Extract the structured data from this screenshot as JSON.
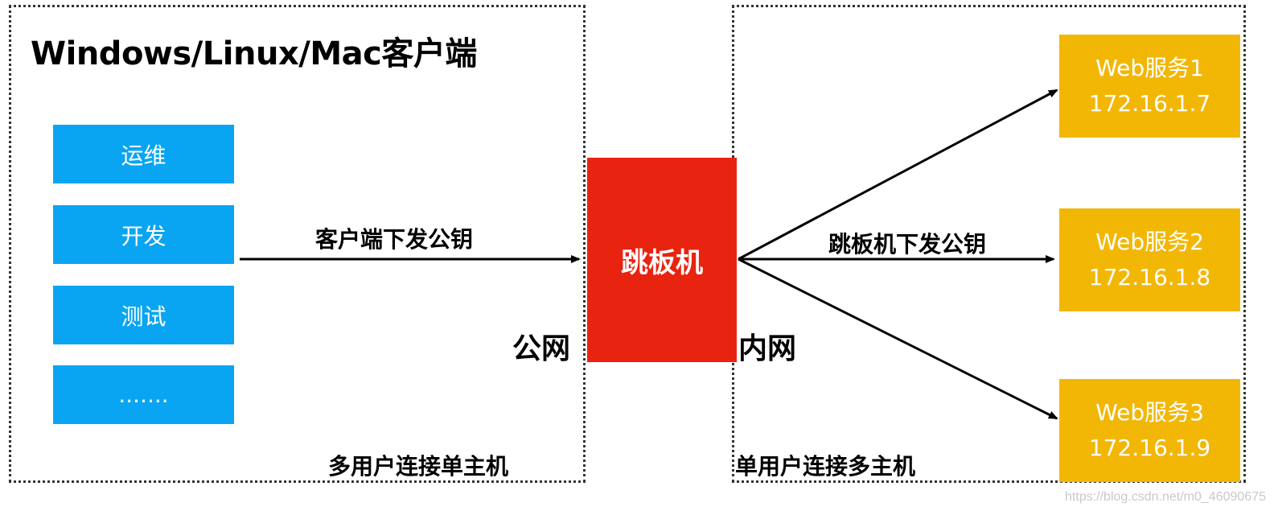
{
  "client": {
    "title": "Windows/Linux/Mac客户端",
    "roles": [
      "运维",
      "开发",
      "测试",
      "......."
    ]
  },
  "jump_host": {
    "label": "跳板机"
  },
  "servers": [
    {
      "name": "Web服务1",
      "ip": "172.16.1.7"
    },
    {
      "name": "Web服务2",
      "ip": "172.16.1.8"
    },
    {
      "name": "Web服务3",
      "ip": "172.16.1.9"
    }
  ],
  "edges": {
    "client_to_jump": "客户端下发公钥",
    "jump_to_servers": "跳板机下发公钥"
  },
  "networks": {
    "public": "公网",
    "internal": "内网"
  },
  "zone_captions": {
    "left": "多用户连接单主机",
    "right": "单用户连接多主机"
  },
  "watermark": "https://blog.csdn.net/m0_46090675",
  "colors": {
    "role_box": "#0aa5f2",
    "jump_box": "#e8230f",
    "server_box": "#f2b705"
  }
}
